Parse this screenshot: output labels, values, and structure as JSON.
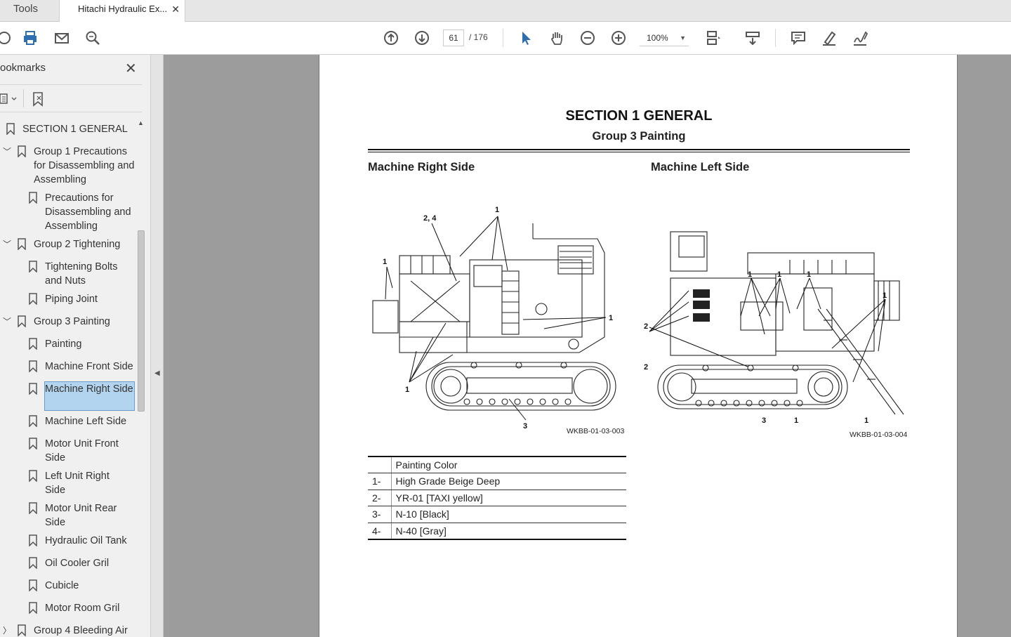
{
  "tabs": {
    "tools": "Tools",
    "document": "Hitachi Hydraulic Ex...",
    "close": "✕"
  },
  "toolbar": {
    "page_current": "61",
    "page_total": "/ 176",
    "zoom": "100%",
    "icons": [
      "share-icon",
      "print-icon",
      "mail-icon",
      "search-icon",
      "page-up-icon",
      "page-down-icon",
      "select-cursor-icon",
      "hand-icon",
      "zoom-out-icon",
      "zoom-in-icon",
      "page-view-icon",
      "scroll-mode-icon",
      "comment-icon",
      "highlight-icon",
      "sign-icon"
    ]
  },
  "sidebar": {
    "title": "ookmarks",
    "close": "✕",
    "items": [
      {
        "label": "SECTION 1 GENERAL"
      },
      {
        "label": "Group 1 Precautions for Disassembling and Assembling"
      },
      {
        "label": "Precautions for Disassembling and Assembling"
      },
      {
        "label": "Group 2 Tightening"
      },
      {
        "label": "Tightening Bolts and Nuts"
      },
      {
        "label": "Piping Joint"
      },
      {
        "label": "Group 3 Painting"
      },
      {
        "label": "Painting"
      },
      {
        "label": "Machine Front Side"
      },
      {
        "label": "Machine Right Side"
      },
      {
        "label": "Machine Left Side"
      },
      {
        "label": "Motor Unit Front Side"
      },
      {
        "label": "Left Unit Right Side"
      },
      {
        "label": "Motor Unit Rear Side"
      },
      {
        "label": "Hydraulic Oil Tank"
      },
      {
        "label": "Oil Cooler Gril"
      },
      {
        "label": "Cubicle"
      },
      {
        "label": "Motor Room Gril"
      },
      {
        "label": "Group 4 Bleeding Air"
      }
    ]
  },
  "document": {
    "title": "SECTION 1 GENERAL",
    "subtitle": "Group 3 Painting",
    "heading_right": "Machine Right Side",
    "heading_left": "Machine Left Side",
    "fig_right_id": "WKBB-01-03-003",
    "fig_left_id": "WKBB-01-03-004",
    "right_callouts": [
      "2, 4",
      "1",
      "1",
      "1",
      "1",
      "3"
    ],
    "left_callouts": [
      "1",
      "1",
      "1",
      "1",
      "2",
      "2",
      "3",
      "1",
      "1"
    ],
    "table": {
      "header": "Painting Color",
      "rows": [
        {
          "num": "1-",
          "color": "High Grade Beige Deep"
        },
        {
          "num": "2-",
          "color": "YR-01 [TAXI yellow]"
        },
        {
          "num": "3-",
          "color": "N-10 [Black]"
        },
        {
          "num": "4-",
          "color": "N-40 [Gray]"
        }
      ]
    }
  }
}
